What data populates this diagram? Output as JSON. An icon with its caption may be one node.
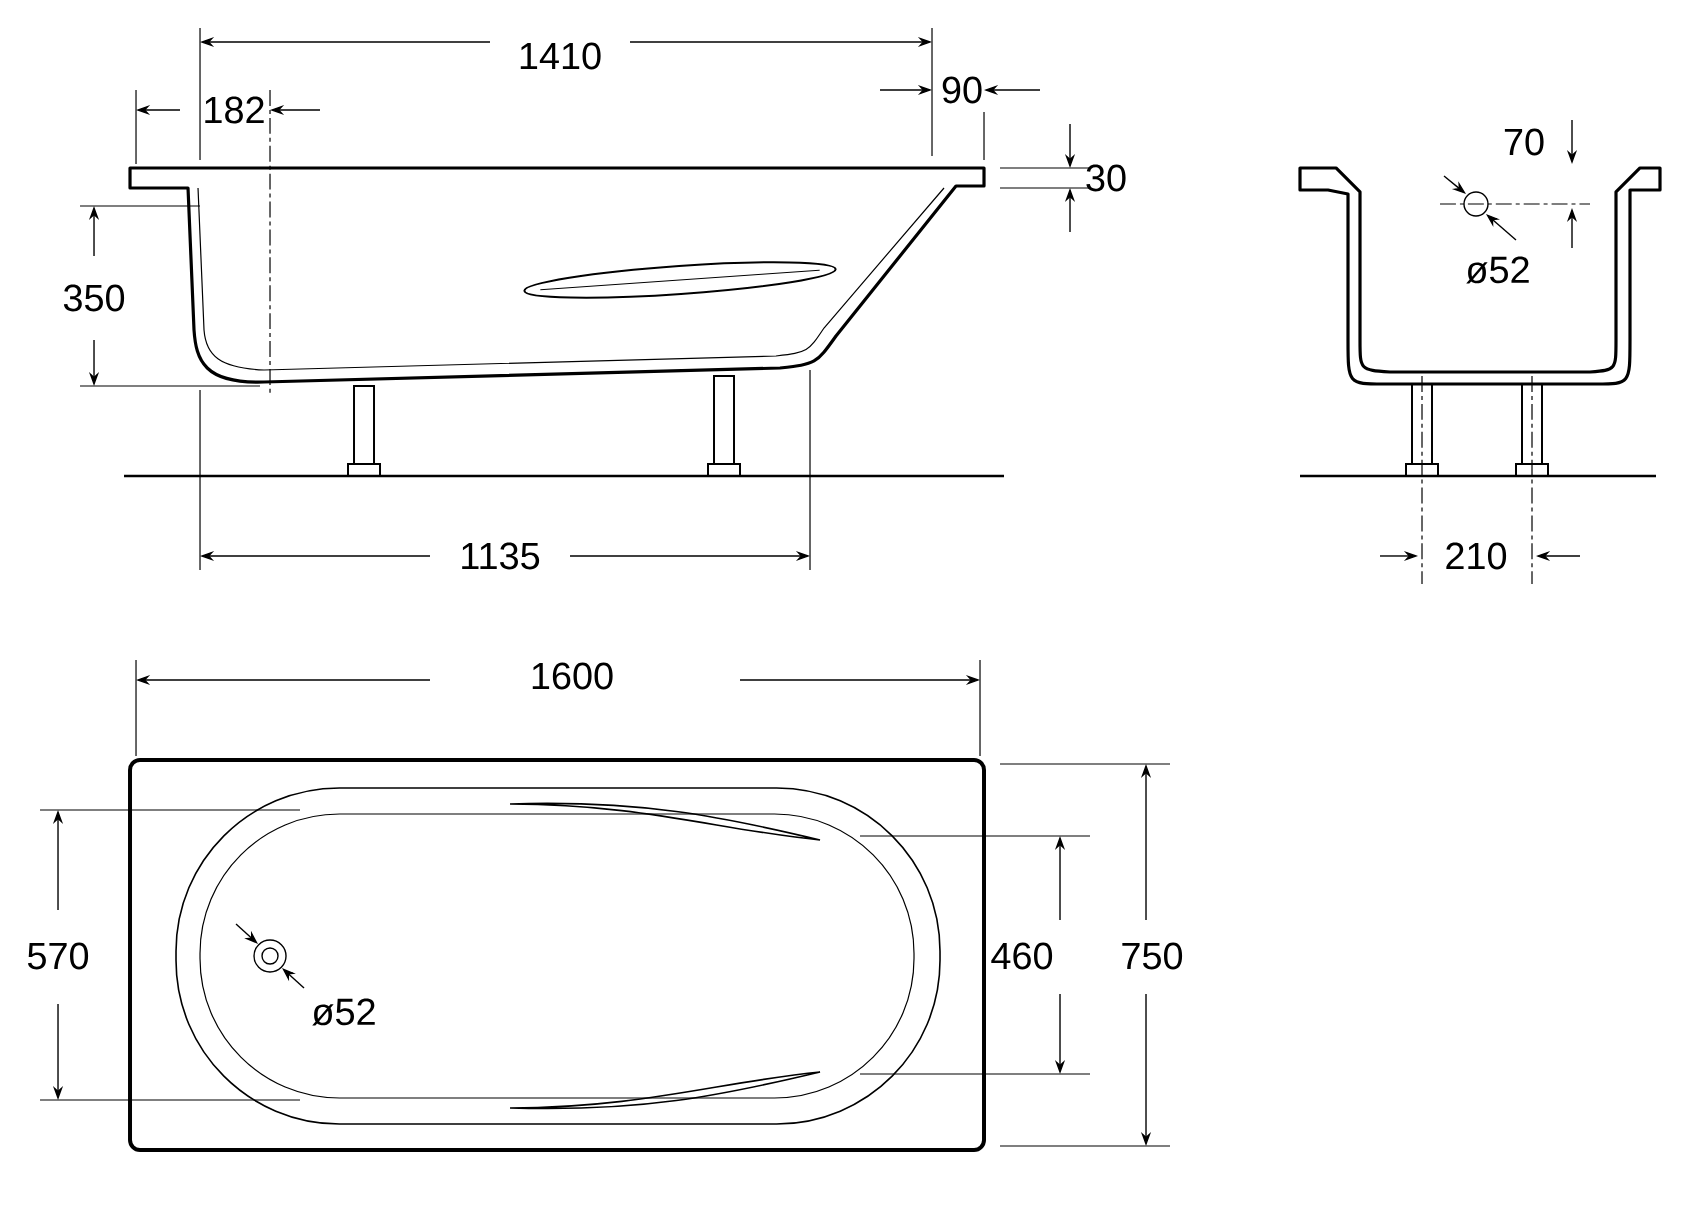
{
  "diagram": {
    "labels": [
      "1410",
      "182",
      "90",
      "30",
      "350",
      "1135",
      "70",
      "ø52",
      "210",
      "1600",
      "570",
      "ø52",
      "460",
      "750"
    ]
  }
}
